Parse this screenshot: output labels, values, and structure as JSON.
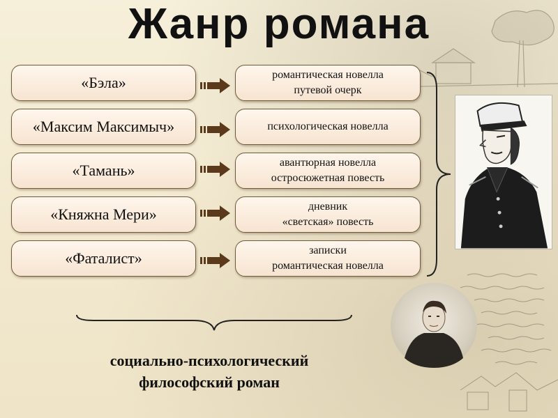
{
  "title": "Жанр романа",
  "rows": [
    {
      "novel": "«Бэла»",
      "genre": [
        "романтическая новелла",
        "путевой очерк"
      ]
    },
    {
      "novel": "«Максим Максимыч»",
      "genre": [
        "психологическая новелла"
      ]
    },
    {
      "novel": "«Тамань»",
      "genre": [
        "авантюрная новелла",
        "остросюжетная повесть"
      ]
    },
    {
      "novel": "«Княжна Мери»",
      "genre": [
        "дневник",
        "«светская» повесть"
      ]
    },
    {
      "novel": "«Фаталист»",
      "genre": [
        "записки",
        "романтическая новелла"
      ]
    }
  ],
  "conclusion": [
    "социально-психологический",
    "философский роман"
  ],
  "colors": {
    "box_border": "#6e5a3c",
    "box_fill": "#f7e4d1",
    "arrow": "#5a3a1a",
    "background": "#f3ead2"
  },
  "icons": [
    "arrow-right-icon",
    "curly-brace-icon"
  ],
  "images": [
    "pechorin-portrait-sketch",
    "lermontov-oval-portrait",
    "village-landscape-sketch",
    "manuscript-page"
  ]
}
